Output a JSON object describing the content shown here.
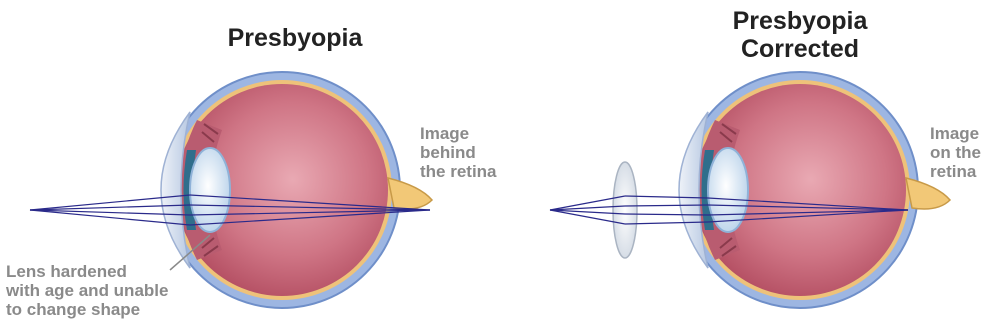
{
  "panels": {
    "left": {
      "title": "Presbyopia",
      "image_label": "Image\nbehind\nthe retina",
      "lens_label": "Lens hardened\nwith age and unable\nto change shape"
    },
    "right": {
      "title_line1": "Presbyopia",
      "title_line2": "Corrected",
      "image_label": "Image\non the\nretina"
    }
  },
  "colors": {
    "sclera_outer": "#8aa8dc",
    "choroid": "#e6b56a",
    "vitreous": "#c86a7a",
    "vitreous_light": "#e8a6b0",
    "iris": "#2f6e8c",
    "lens": "#dfeaf6",
    "rays": "#2a2a8a",
    "optic_nerve": "#f0c87a",
    "cornea": "#c9d6ea",
    "title_text": "#222222",
    "label_text": "#8a8a8a"
  },
  "icons": {
    "left_eye": "eye-cross-section-icon",
    "right_eye": "eye-cross-section-icon",
    "correction_lens": "convex-lens-icon"
  }
}
